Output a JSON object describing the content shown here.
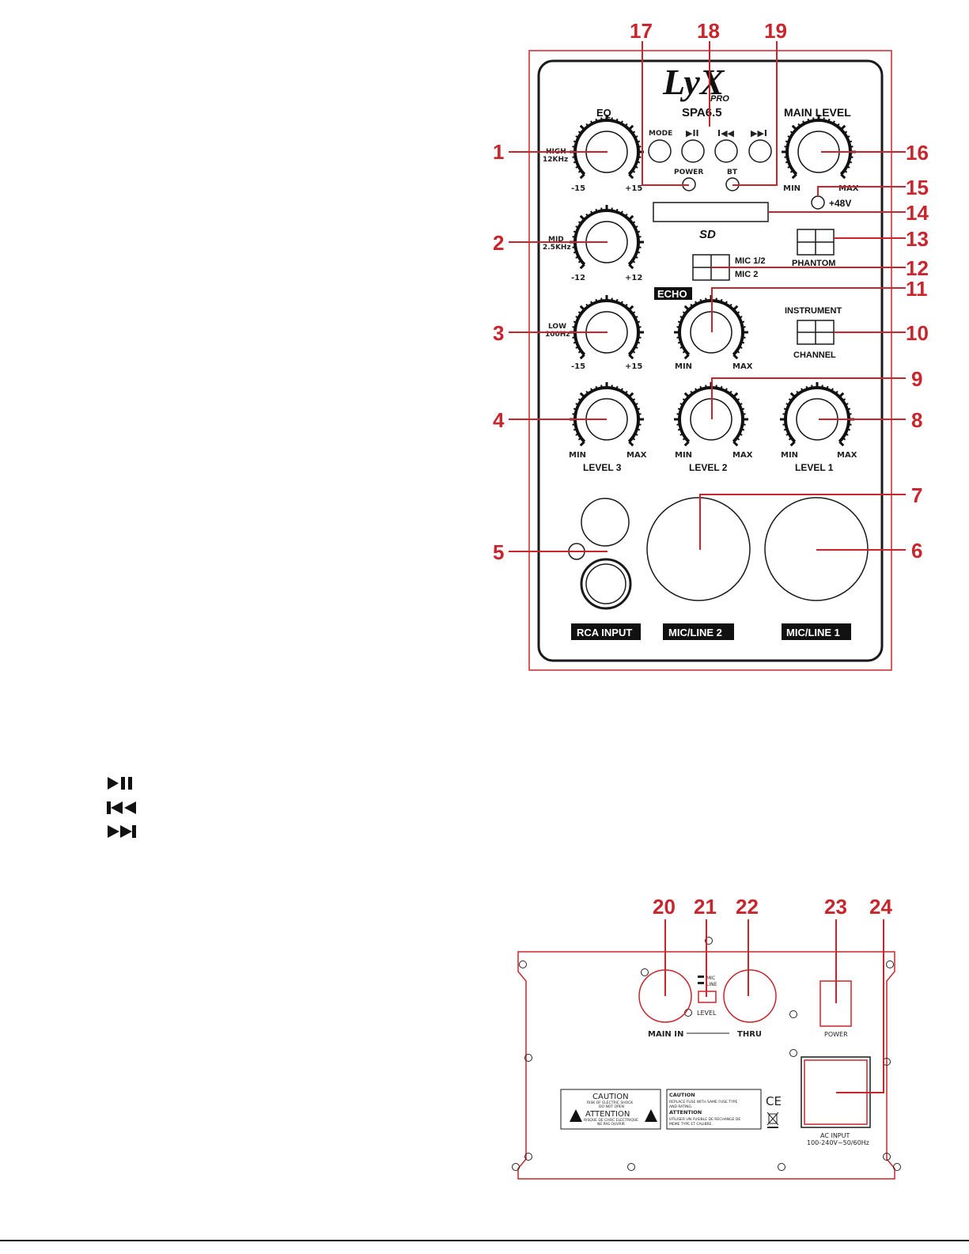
{
  "brand": {
    "logo_text": "LyX",
    "logo_sub": "PRO",
    "model": "SPA6.5"
  },
  "top_panel": {
    "eq_title": "EQ",
    "main_level_title": "MAIN LEVEL",
    "knobs": {
      "high": {
        "label_line1": "HIGH",
        "label_line2": "12KHz",
        "min": "-15",
        "max": "+15"
      },
      "mid": {
        "label_line1": "MID",
        "label_line2": "2.5KHz",
        "min": "-12",
        "max": "+12"
      },
      "low": {
        "label_line1": "LOW",
        "label_line2": "100Hz",
        "min": "-15",
        "max": "+15"
      },
      "main": {
        "min": "MIN",
        "max": "MAX"
      },
      "echo": {
        "title": "ECHO",
        "min": "MIN",
        "max": "MAX"
      },
      "level3": {
        "title": "LEVEL 3",
        "min": "MIN",
        "max": "MAX"
      },
      "level2": {
        "title": "LEVEL 2",
        "min": "MIN",
        "max": "MAX"
      },
      "level1": {
        "title": "LEVEL 1",
        "min": "MIN",
        "max": "MAX"
      }
    },
    "buttons": {
      "mode": "MODE",
      "play_pause": "▶II",
      "prev": "I◀◀",
      "next": "▶▶I"
    },
    "leds": {
      "power": "POWER",
      "bt": "BT",
      "phantom_voltage": "+48V"
    },
    "sd_logo": "SD",
    "switches": {
      "phantom": "PHANTOM",
      "mic_line1": "MIC 1/2",
      "mic_line2": "MIC 2",
      "instrument": "INSTRUMENT",
      "channel": "CHANNEL"
    },
    "inputs": {
      "rca": "RCA INPUT",
      "mic_line_2": "MIC/LINE 2",
      "mic_line_1": "MIC/LINE 1"
    },
    "callouts": [
      "1",
      "2",
      "3",
      "4",
      "5",
      "6",
      "7",
      "8",
      "9",
      "10",
      "11",
      "12",
      "13",
      "14",
      "15",
      "16",
      "17",
      "18",
      "19"
    ]
  },
  "legend_icons": [
    "play-pause-icon",
    "previous-track-icon",
    "next-track-icon"
  ],
  "rear_panel": {
    "callouts": [
      "20",
      "21",
      "22",
      "23",
      "24"
    ],
    "main_in": "MAIN IN",
    "thru": "THRU",
    "level": "LEVEL",
    "level_mic": "MIC",
    "level_line": "LINE",
    "power": "POWER",
    "ac_input_line1": "AC INPUT",
    "ac_input_line2": "100-240V~50/60Hz",
    "caution_left": {
      "title": "CAUTION",
      "line1": "RISK OF ELECTRIC SHOCK",
      "line2": "DO NOT OPEN",
      "title2": "ATTENTION",
      "line3": "RISQUE DE CHOC ELECTRIQUE",
      "line4": "NE PAS OUVRIR"
    },
    "caution_right": {
      "title": "CAUTION",
      "line1": "REPLACE FUSE WITH SAME FUSE TYPE",
      "line2": "AND RATING.",
      "title2": "ATTENTION",
      "line3": "UTILISER UN FUSIBLE DE RECHANGE DE",
      "line4": "MEME TYPE ET CALIBRE."
    },
    "ce_mark": "CE"
  },
  "colors": {
    "accent": "#c8262c",
    "ink": "#1a1a1a",
    "label_bg": "#111111"
  }
}
